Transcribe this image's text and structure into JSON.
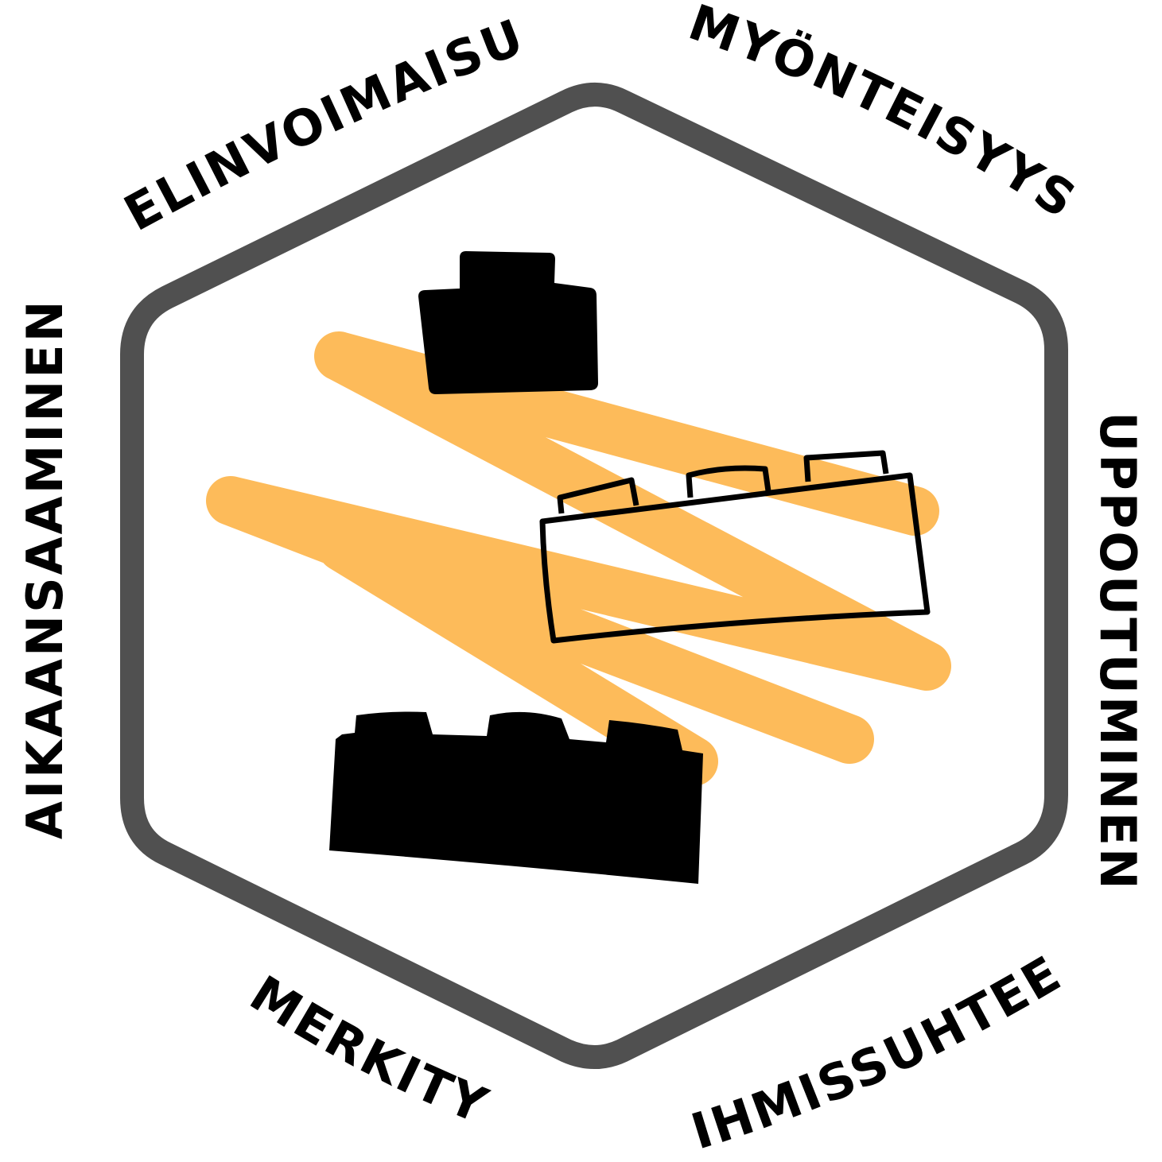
{
  "labels": {
    "top_left": "ELINVOIMAISUUS",
    "top_right": "MYÖNTEISYYS",
    "left": "AIKAANSAAMINEN",
    "right": "UPPOUTUMINEN",
    "bottom_left": "MERKITYS",
    "bottom_right": "IHMISSUHTEET"
  },
  "colors": {
    "hexagon_stroke": "#505050",
    "scribble": "#FDBB5A",
    "brick": "#000000",
    "background": "#FFFFFF"
  },
  "icons": {
    "frame": "hexagon",
    "center": "stacking-bricks-with-scribble"
  }
}
